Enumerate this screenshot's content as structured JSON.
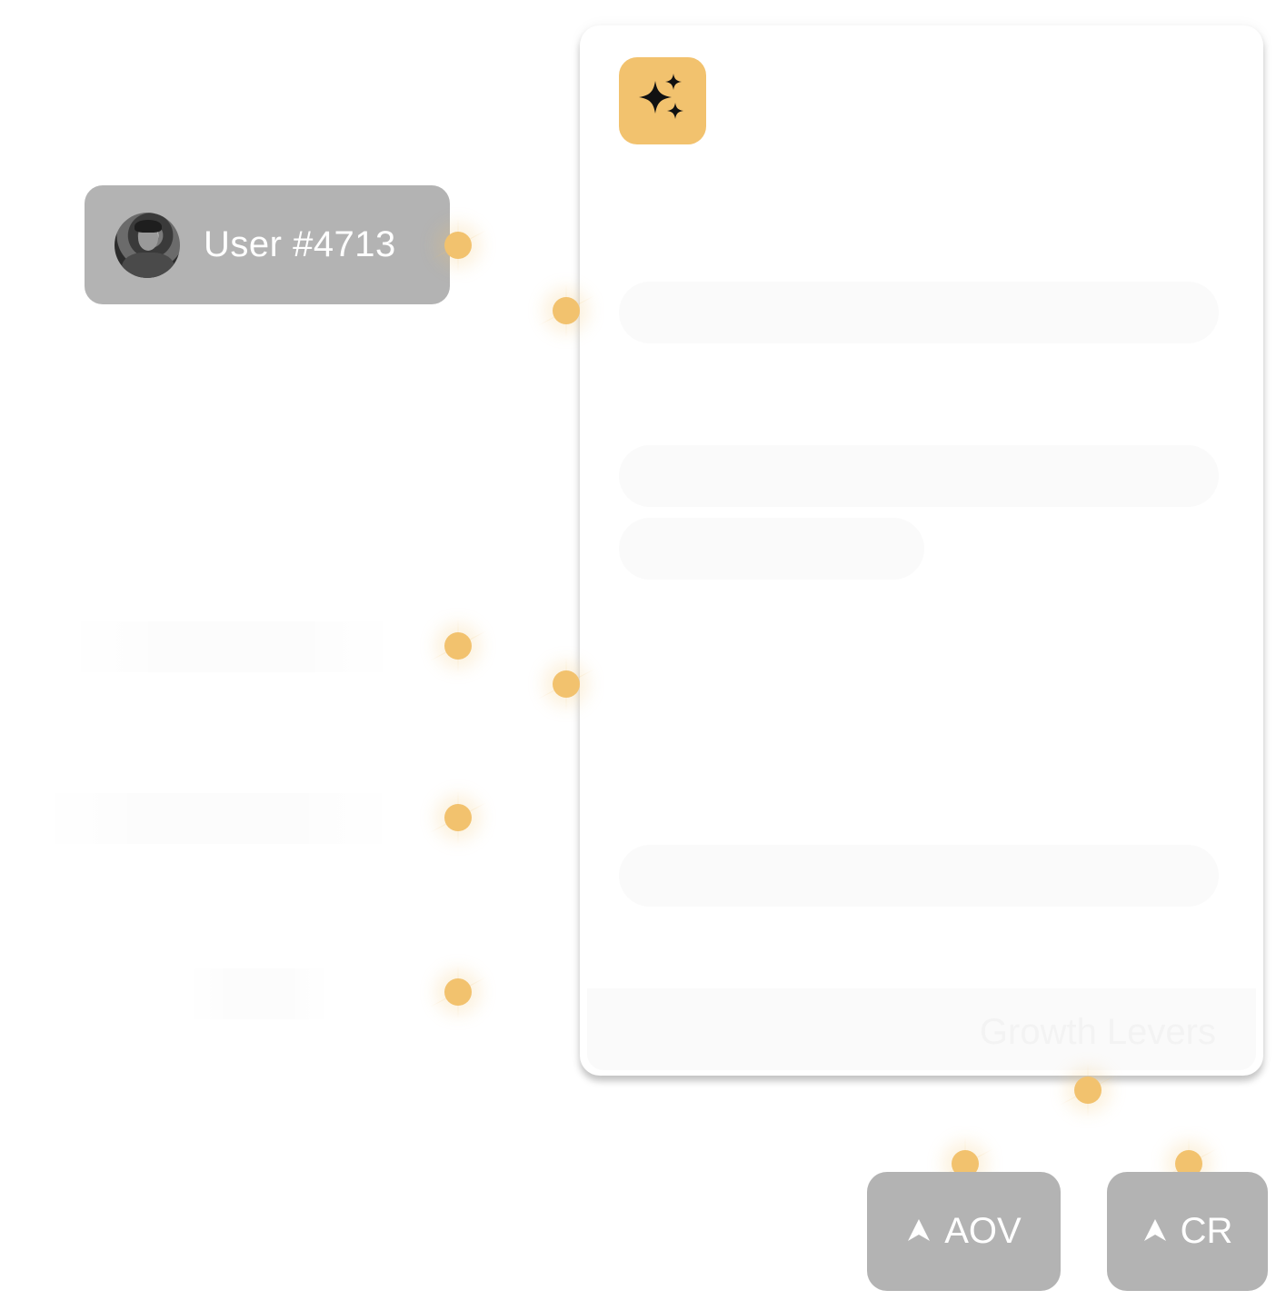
{
  "user": {
    "label": "User #4713"
  },
  "card": {
    "footer_label": "Growth Levers"
  },
  "metrics": [
    {
      "label": "AOV",
      "icon": "arrow-up-icon"
    },
    {
      "label": "CR",
      "icon": "arrow-up-icon"
    }
  ],
  "colors": {
    "accent": "#f2c26e",
    "chip": "#b3b3b3"
  }
}
